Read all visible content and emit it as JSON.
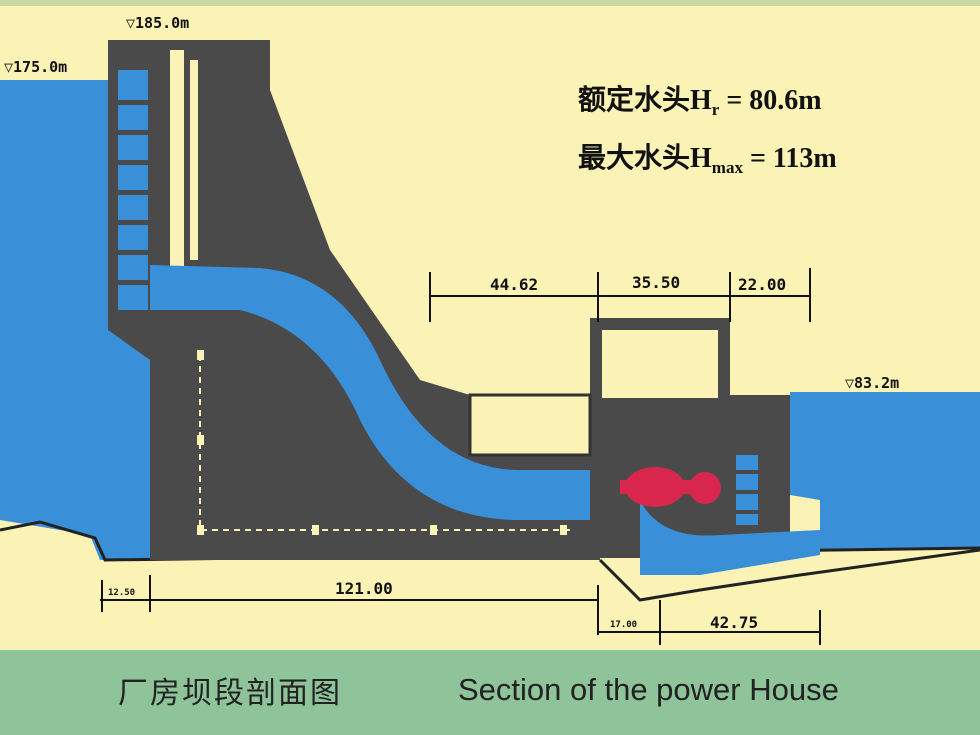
{
  "levels": {
    "crest": "▽185.0m",
    "upstream": "▽175.0m",
    "downstream": "▽83.2m"
  },
  "heads": {
    "rated": {
      "prefix": "额定水头H",
      "sub": "r",
      "value": " = 80.6m"
    },
    "max": {
      "prefix": "最大水头H",
      "sub": "max",
      "value": " = 113m"
    }
  },
  "dimensions_top": [
    "44.62",
    "35.50",
    "22.00"
  ],
  "dimensions_bottom": [
    "12.50",
    "121.00",
    "17.00",
    "42.75"
  ],
  "caption": {
    "zh": "厂房坝段剖面图",
    "en": "Section of the power House"
  },
  "colors": {
    "water": "#3a8fd9",
    "concrete": "#4a4a4a",
    "background": "#fbf2b6",
    "band": "#8fc39a",
    "turbine": "#d8264c"
  }
}
